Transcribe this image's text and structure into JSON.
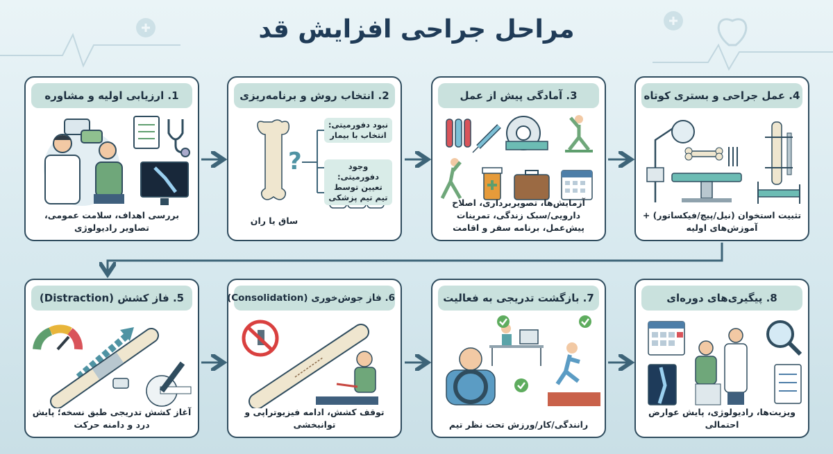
{
  "title": "مراحل جراحی افزایش قد",
  "colors": {
    "navy": "#1f3b57",
    "card_border": "#2f4c5e",
    "header_bg": "#c9e1dd",
    "arrow": "#3d6478",
    "bone": "#efe6cf",
    "green": "#5e9e6e",
    "teal": "#5aa3a8"
  },
  "steps": [
    {
      "number": "1",
      "title": "1. ارزیابی اولیه و مشاوره",
      "caption": "بررسی اهداف، سلامت عمومی، تصاویر رادیولوژی",
      "icons": [
        "doctor-patient-icon",
        "speech-bubble-icon",
        "clipboard-checklist-icon",
        "stethoscope-icon",
        "xray-monitor-icon"
      ]
    },
    {
      "number": "2",
      "title": "2. انتخاب روش و برنامه‌ریزی",
      "bone_label": "ساق یا ران",
      "question": "?",
      "branch_no_deformity": "نبود دفورمیتی: انتخاب با بیمار",
      "branch_deformity": "وجود دفورمیتی: تعیین توسط تیم تیم پزشکی",
      "icons": [
        "bone-icon",
        "question-icon",
        "medical-team-icon"
      ]
    },
    {
      "number": "3",
      "title": "3. آمادگی پیش از عمل",
      "caption": "آزمایش‌ها، تصویربرداری، اصلاح دارویی/سبک زندگی، تمرینات پیش‌عمل، برنامه سفر و اقامت",
      "icons": [
        "test-tubes-icon",
        "syringe-icon",
        "mri-scanner-icon",
        "yoga-icon",
        "stretching-icon",
        "pill-bottle-icon",
        "suitcase-icon",
        "calendar-icon"
      ]
    },
    {
      "number": "4",
      "title": "4. عمل جراحی و بستری کوتاه",
      "caption": "تثبیت استخوان (نیل/پیچ/فیکساتور) + آموزش‌های اولیه",
      "icons": [
        "surgical-light-icon",
        "monitor-icon",
        "operating-table-icon",
        "bone-icon",
        "surgical-tools-icon",
        "fixator-bone-icon",
        "hospital-bed-icon"
      ]
    },
    {
      "number": "5",
      "title": "5. فاز کشش (Distraction)",
      "caption": "آغاز کشش تدریجی طبق نسخه؛ پایش درد و دامنه حرکت",
      "icons": [
        "pain-gauge-icon",
        "lengthening-arrow-icon",
        "bone-device-icon",
        "goniometer-icon"
      ]
    },
    {
      "number": "6",
      "title": "6. فاز جوش‌خوری (Consolidation)",
      "caption": "توقف کشش، ادامه فیزیوتراپی و توانبخشی",
      "icons": [
        "no-smoking-icon",
        "healing-bone-icon",
        "physiotherapy-icon"
      ]
    },
    {
      "number": "7",
      "title": "7. بازگشت تدریجی به فعالیت",
      "caption": "رانندگی/کار/ورزش تحت نظر تیم",
      "icons": [
        "driving-icon",
        "desk-work-icon",
        "running-icon",
        "check-icon"
      ]
    },
    {
      "number": "8",
      "title": "8. پیگیری‌های دوره‌ای",
      "caption": "ویزیت‌ها، رادیولوژی، پایش عوارض احتمالی",
      "icons": [
        "calendar-icon",
        "doctor-exam-icon",
        "magnifier-icon",
        "xray-icon",
        "clipboard-icon"
      ]
    }
  ]
}
